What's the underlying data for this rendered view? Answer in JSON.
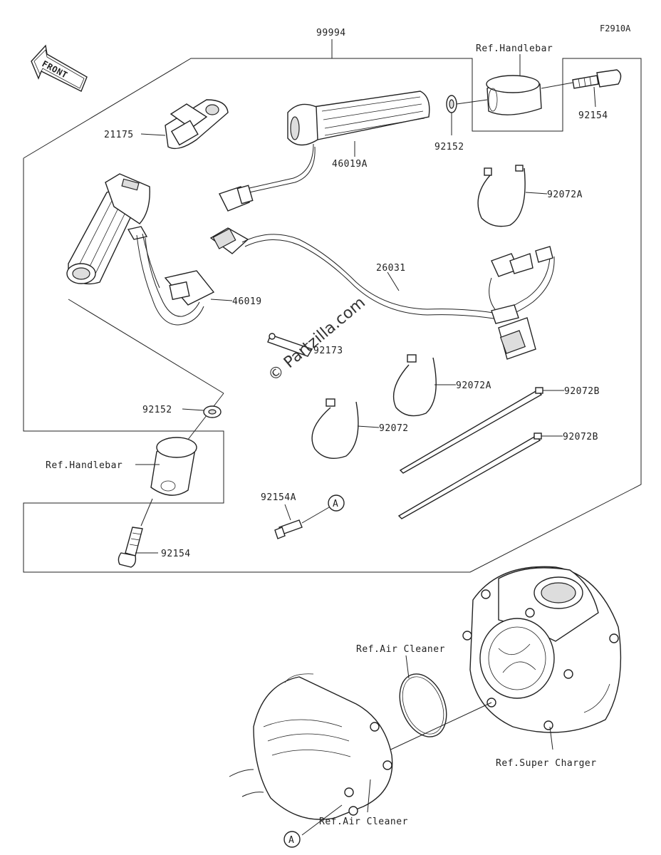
{
  "figure_code": "F2910A",
  "front_label": "FRONT",
  "watermark": "© Partzilla.com",
  "callout_a": "A",
  "parts": {
    "p99994": "99994",
    "p21175": "21175",
    "p46019a": "46019A",
    "p92152_top": "92152",
    "p92154_top": "92154",
    "ref_handlebar_top": "Ref.Handlebar",
    "p92072a_top": "92072A",
    "p26031": "26031",
    "p46019": "46019",
    "p92173": "92173",
    "p92072a_mid": "92072A",
    "p92072b_1": "92072B",
    "p92072b_2": "92072B",
    "p92072": "92072",
    "p92152_left": "92152",
    "ref_handlebar_left": "Ref.Handlebar",
    "p92154a": "92154A",
    "p92154_bottom": "92154",
    "ref_air_cleaner_top": "Ref.Air Cleaner",
    "ref_super_charger": "Ref.Super Charger",
    "ref_air_cleaner_bottom": "Ref.Air Cleaner"
  }
}
